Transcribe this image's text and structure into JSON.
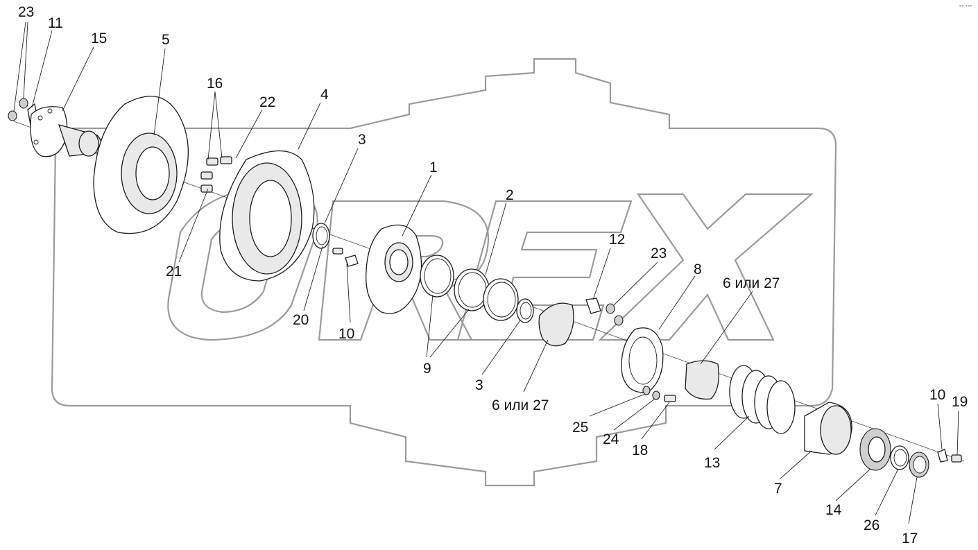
{
  "watermark": {
    "text": "OREX",
    "color": "#9a9a9a"
  },
  "corner_mark": "°° °°°",
  "callouts": [
    {
      "label": "23"
    },
    {
      "label": "11"
    },
    {
      "label": "15"
    },
    {
      "label": "5"
    },
    {
      "label": "16"
    },
    {
      "label": "22"
    },
    {
      "label": "4"
    },
    {
      "label": "3"
    },
    {
      "label": "1"
    },
    {
      "label": "2"
    },
    {
      "label": "21"
    },
    {
      "label": "12"
    },
    {
      "label": "23"
    },
    {
      "label": "8"
    },
    {
      "label": "6 или 27"
    },
    {
      "label": "20"
    },
    {
      "label": "10"
    },
    {
      "label": "9"
    },
    {
      "label": "3"
    },
    {
      "label": "6 или 27"
    },
    {
      "label": "25"
    },
    {
      "label": "24"
    },
    {
      "label": "18"
    },
    {
      "label": "13"
    },
    {
      "label": "7"
    },
    {
      "label": "14"
    },
    {
      "label": "26"
    },
    {
      "label": "17"
    },
    {
      "label": "10"
    },
    {
      "label": "19"
    }
  ]
}
